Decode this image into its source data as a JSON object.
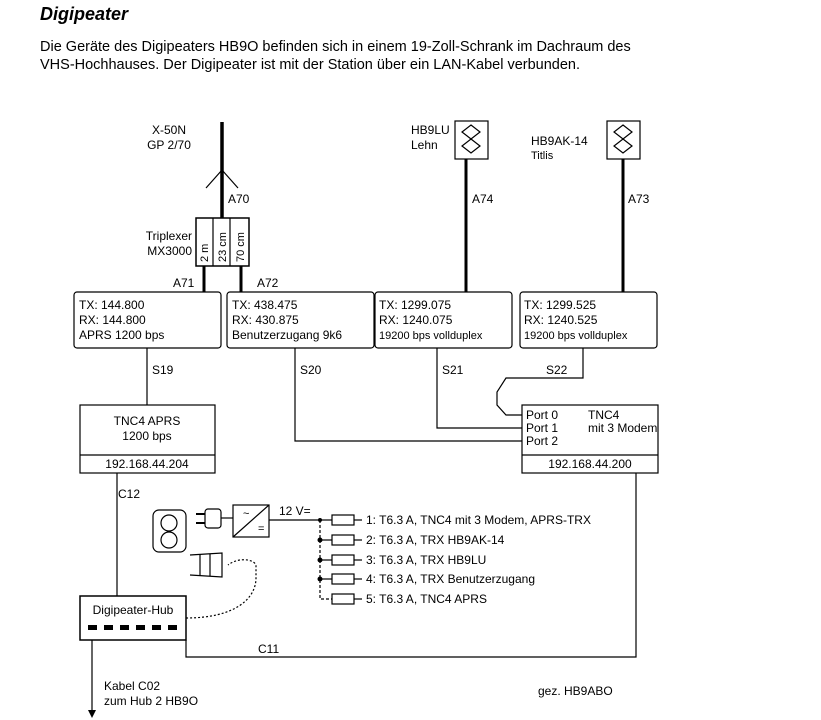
{
  "heading": "Digipeater",
  "intro": {
    "line1": "Die Geräte des Digipeaters HB9O befinden sich in einem 19-Zoll-Schrank im Dachraum des",
    "line2": "VHS-Hochhauses. Der Digipeater ist mit der Station über ein LAN-Kabel verbunden."
  },
  "antennas": {
    "main": {
      "line1": "X-50N",
      "line2": "GP 2/70"
    },
    "hb9lu": {
      "line1": "HB9LU",
      "line2": "Lehn"
    },
    "hb9ak": {
      "line1": "HB9AK-14",
      "line2": "Titlis"
    }
  },
  "triplexer": {
    "line1": "Triplexer",
    "line2": "MX3000",
    "band1": "2 m",
    "band2": "23 cm",
    "band3": "70 cm"
  },
  "cables": {
    "a70": "A70",
    "a71": "A71",
    "a72": "A72",
    "a73": "A73",
    "a74": "A74",
    "s19": "S19",
    "s20": "S20",
    "s21": "S21",
    "s22": "S22",
    "c11": "C11",
    "c12": "C12"
  },
  "trx": [
    {
      "tx": "TX: 144.800",
      "rx": "RX: 144.800",
      "mode": "APRS 1200 bps"
    },
    {
      "tx": "TX: 438.475",
      "rx": "RX: 430.875",
      "mode": "Benutzerzugang 9k6"
    },
    {
      "tx": "TX: 1299.075",
      "rx": "RX: 1240.075",
      "mode": "19200 bps vollduplex"
    },
    {
      "tx": "TX: 1299.525",
      "rx": "RX: 1240.525",
      "mode": "19200 bps vollduplex"
    }
  ],
  "tnc_aprs": {
    "line1": "TNC4 APRS",
    "line2": "1200 bps",
    "ip": "192.168.44.204"
  },
  "tnc4": {
    "port0": "Port 0",
    "port1": "Port 1",
    "port2": "Port 2",
    "title": "TNC4",
    "subtitle": "mit 3 Modem",
    "ip": "192.168.44.200"
  },
  "power": {
    "voltage": "12 V=",
    "psu_symbol": "=",
    "psu_ac": "~",
    "fuses": [
      "1: T6.3 A, TNC4 mit 3 Modem, APRS-TRX",
      "2: T6.3 A, TRX HB9AK-14",
      "3: T6.3 A, TRX HB9LU",
      "4: T6.3 A, TRX Benutzerzugang",
      "5: T6.3 A, TNC4  APRS"
    ]
  },
  "hub": {
    "label": "Digipeater-Hub"
  },
  "uplink": {
    "line1": "Kabel C02",
    "line2": "zum Hub 2 HB9O"
  },
  "signature": "gez. HB9ABO"
}
